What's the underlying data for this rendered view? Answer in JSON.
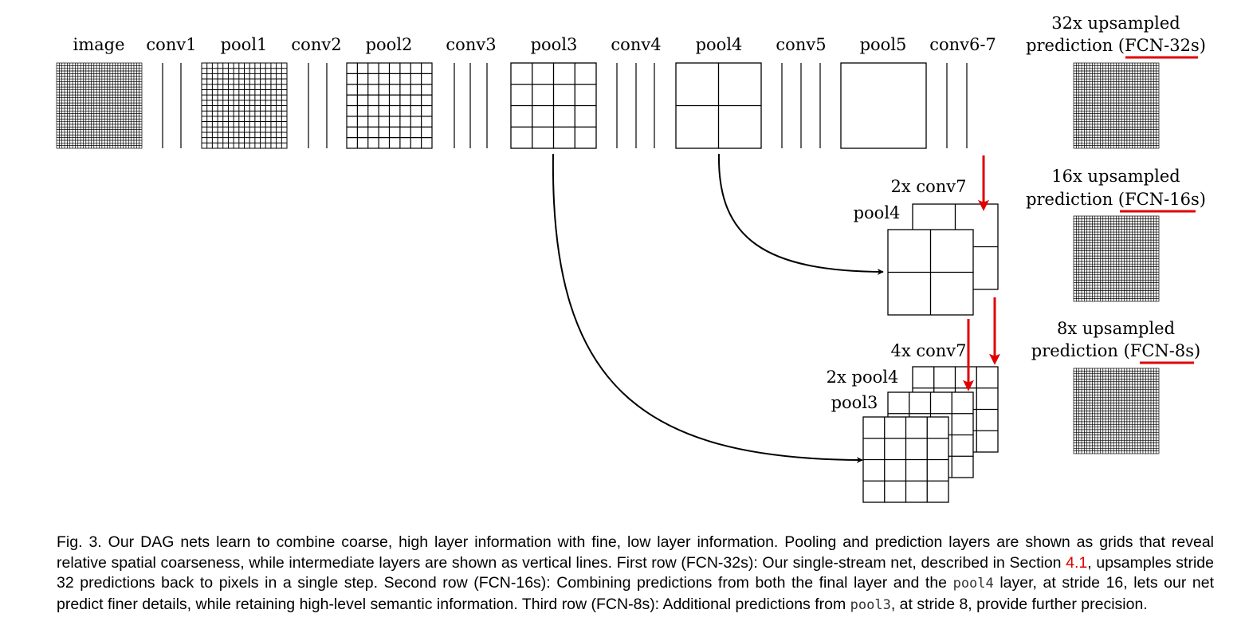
{
  "top_labels": {
    "image": "image",
    "conv1": "conv1",
    "pool1": "pool1",
    "conv2": "conv2",
    "pool2": "pool2",
    "conv3": "conv3",
    "pool3": "pool3",
    "conv4": "conv4",
    "pool4": "pool4",
    "conv5": "conv5",
    "pool5": "pool5",
    "conv67": "conv6-7"
  },
  "rows": {
    "fcn32": {
      "line1": "32x upsampled",
      "prefix": "prediction (",
      "name": "FCN-32s",
      "suffix": ")"
    },
    "fcn16": {
      "line1": "16x upsampled",
      "prefix": "prediction (",
      "name": "FCN-16s",
      "suffix": ")"
    },
    "fcn8": {
      "line1": "8x upsampled",
      "prefix": "prediction (",
      "name": "FCN-8s",
      "suffix": ")"
    }
  },
  "stack_labels": {
    "conv7_2x": "2x conv7",
    "pool4_16": "pool4",
    "conv7_4x": "4x conv7",
    "pool4_2x": "2x pool4",
    "pool3_8": "pool3"
  },
  "caption": {
    "p1": "Fig. 3.  Our DAG nets learn to combine coarse, high layer information with fine, low layer information. Pooling and prediction layers are shown as grids that reveal relative spatial coarseness, while intermediate layers are shown as vertical lines. First row (FCN-32s): Our single-stream net, described in Section ",
    "ref": "4.1",
    "p2": ", upsamples stride 32 predictions back to pixels in a single step. Second row (FCN-16s): Combining predictions from both the final layer and the ",
    "code1": "pool4",
    "p3": " layer, at stride 16, lets our net predict finer details, while retaining high-level semantic information. Third row (FCN-8s): Additional predictions from ",
    "code2": "pool3",
    "p4": ", at stride 8, provide further precision."
  },
  "colors": {
    "highlight": "#e00000",
    "ink": "#000000"
  }
}
